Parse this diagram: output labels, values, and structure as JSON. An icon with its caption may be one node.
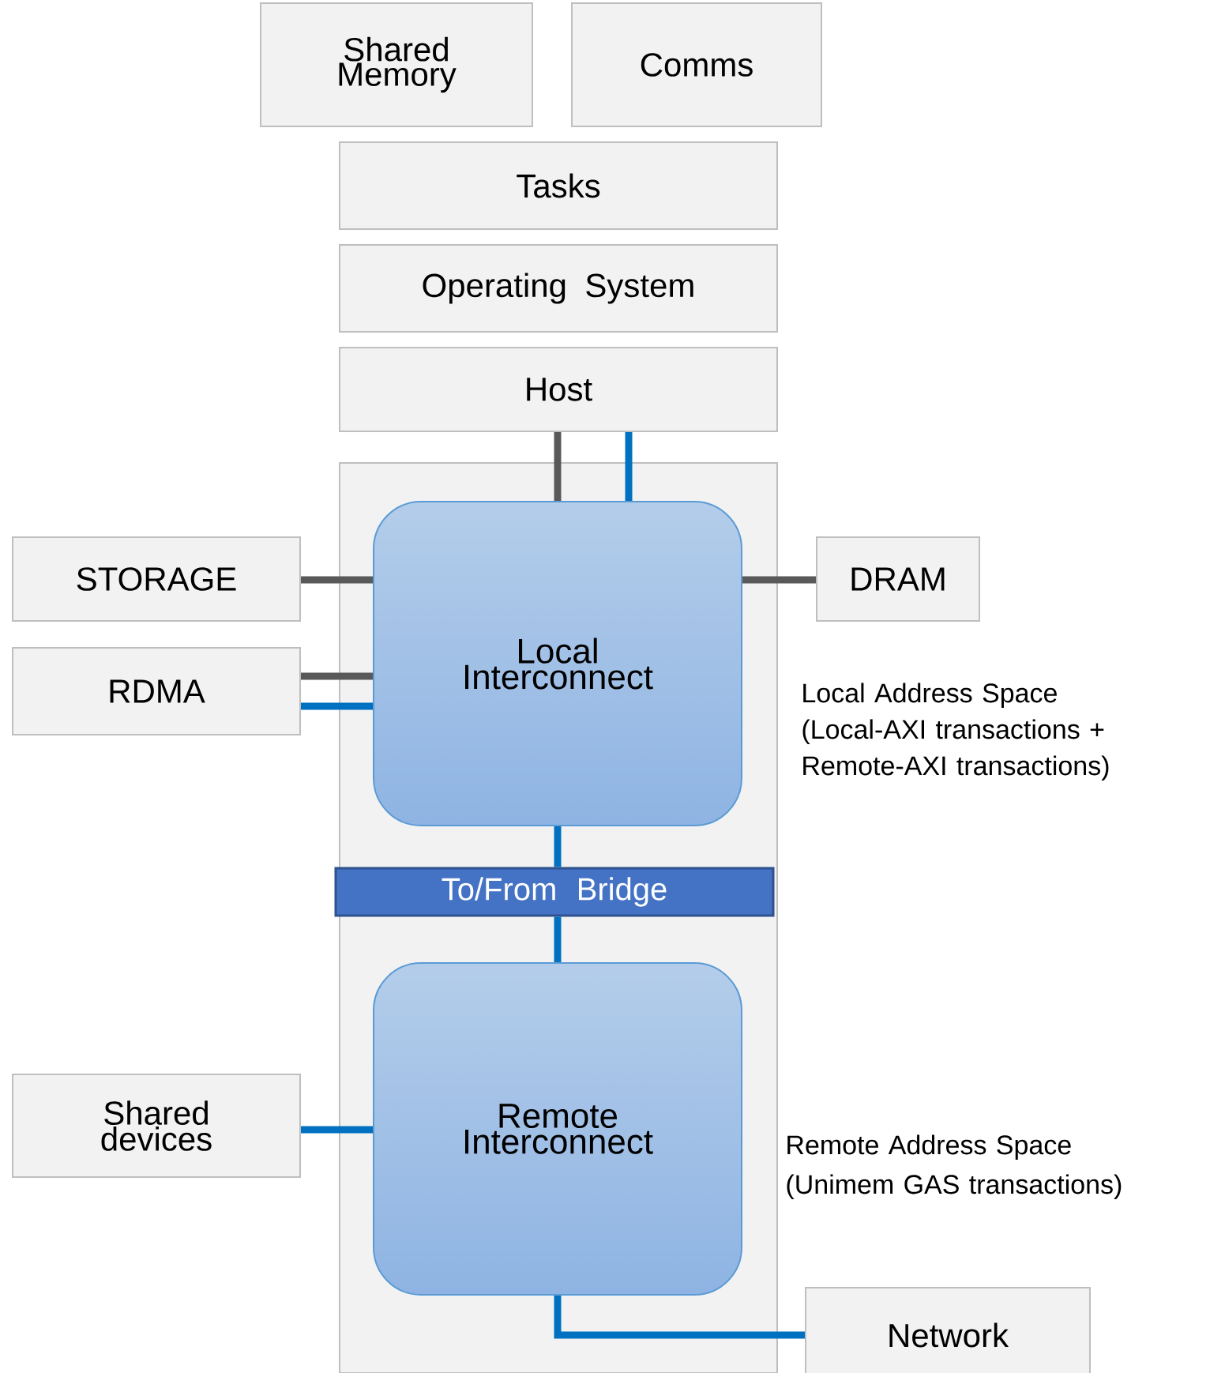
{
  "diagram": {
    "nodes": [
      {
        "text": [
          "Shared Memory"
        ]
      },
      {
        "text": [
          "Comms"
        ]
      },
      {
        "text": [
          "Tasks"
        ]
      },
      {
        "text": [
          "Operating System"
        ]
      },
      {
        "text": [
          "Host"
        ]
      },
      {
        "text": [],
        "shape": "box"
      },
      {
        "text": [
          "STORAGE"
        ]
      },
      {
        "text": [
          "DRAM"
        ]
      },
      {
        "text": [
          "Local Interconnect"
        ],
        "in": 5
      },
      {
        "text": [
          "RDMA"
        ]
      },
      {
        "text": [
          "To/From Bridge"
        ],
        "in": 5
      },
      {
        "text": [
          "Remote Interconnect"
        ],
        "in": 5
      },
      {
        "text": [
          "Shared devices"
        ]
      },
      {
        "text": [
          "Network"
        ]
      }
    ],
    "edges": [
      {
        "from": 4,
        "to": 8,
        "arrow": "none",
        "color": "#595959"
      },
      {
        "from": 4,
        "to": 8,
        "arrow": "none"
      },
      {
        "from": 6,
        "to": 8,
        "arrow": "none",
        "color": "#595959"
      },
      {
        "from": 8,
        "to": 7,
        "arrow": "none",
        "color": "#595959"
      },
      {
        "from": 9,
        "to": 8,
        "arrow": "none",
        "color": "#595959"
      },
      {
        "from": 9,
        "to": 8,
        "arrow": "none"
      },
      {
        "from": 8,
        "to": 10,
        "arrow": "none"
      },
      {
        "from": 10,
        "to": 11,
        "arrow": "none"
      },
      {
        "from": 12,
        "to": 11,
        "arrow": "none"
      },
      {
        "from": 11,
        "to": 13,
        "arrow": "none"
      }
    ],
    "labels": [
      "Local Address Space",
      "(Local-AXI transactions + Remote-AXI transactions)",
      "Remote Address Space",
      "(Unimem GAS transactions)"
    ]
  }
}
